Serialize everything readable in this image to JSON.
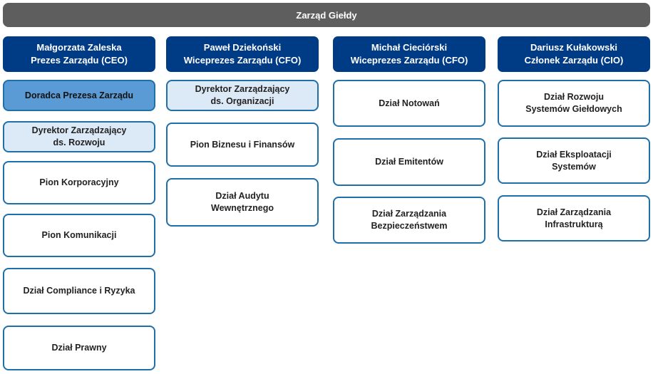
{
  "board": {
    "title": "Zarząd Giełdy"
  },
  "columns": [
    {
      "name": "Małgorzata Zaleska",
      "role": "Prezes Zarządu (CEO)",
      "units": [
        [
          "Doradca Prezesa Zarządu"
        ],
        [
          "Dyrektor Zarządzający",
          "ds. Rozwoju"
        ],
        [
          "Pion Korporacyjny"
        ],
        [
          "Pion Komunikacji"
        ],
        [
          "Dział Compliance i Ryzyka"
        ],
        [
          "Dział Prawny"
        ]
      ]
    },
    {
      "name": "Paweł Dziekoński",
      "role": "Wiceprezes Zarządu (CFO)",
      "units": [
        [
          "Dyrektor Zarządzający",
          "ds. Organizacji"
        ],
        [
          "Pion Biznesu i Finansów"
        ],
        [
          "Dział Audytu",
          "Wewnętrznego"
        ]
      ]
    },
    {
      "name": "Michał Cieciórski",
      "role": "Wiceprezes Zarządu (CFO)",
      "units": [
        [
          "Dział Notowań"
        ],
        [
          "Dział Emitentów"
        ],
        [
          "Dział Zarządzania",
          "Bezpieczeństwem"
        ]
      ]
    },
    {
      "name": "Dariusz Kułakowski",
      "role": "Członek Zarządu (CIO)",
      "units": [
        [
          "Dział Rozwoju",
          "Systemów Giełdowych"
        ],
        [
          "Dział Eksploatacji",
          "Systemów"
        ],
        [
          "Dział Zarządzania",
          "Infrastrukturą"
        ]
      ]
    }
  ],
  "colors": {
    "board_bar": "#5e5e5e",
    "head": "#003b86",
    "box_border": "#1f6fa8",
    "box_dark": "#5b9bd5",
    "box_light": "#dce9f6"
  }
}
